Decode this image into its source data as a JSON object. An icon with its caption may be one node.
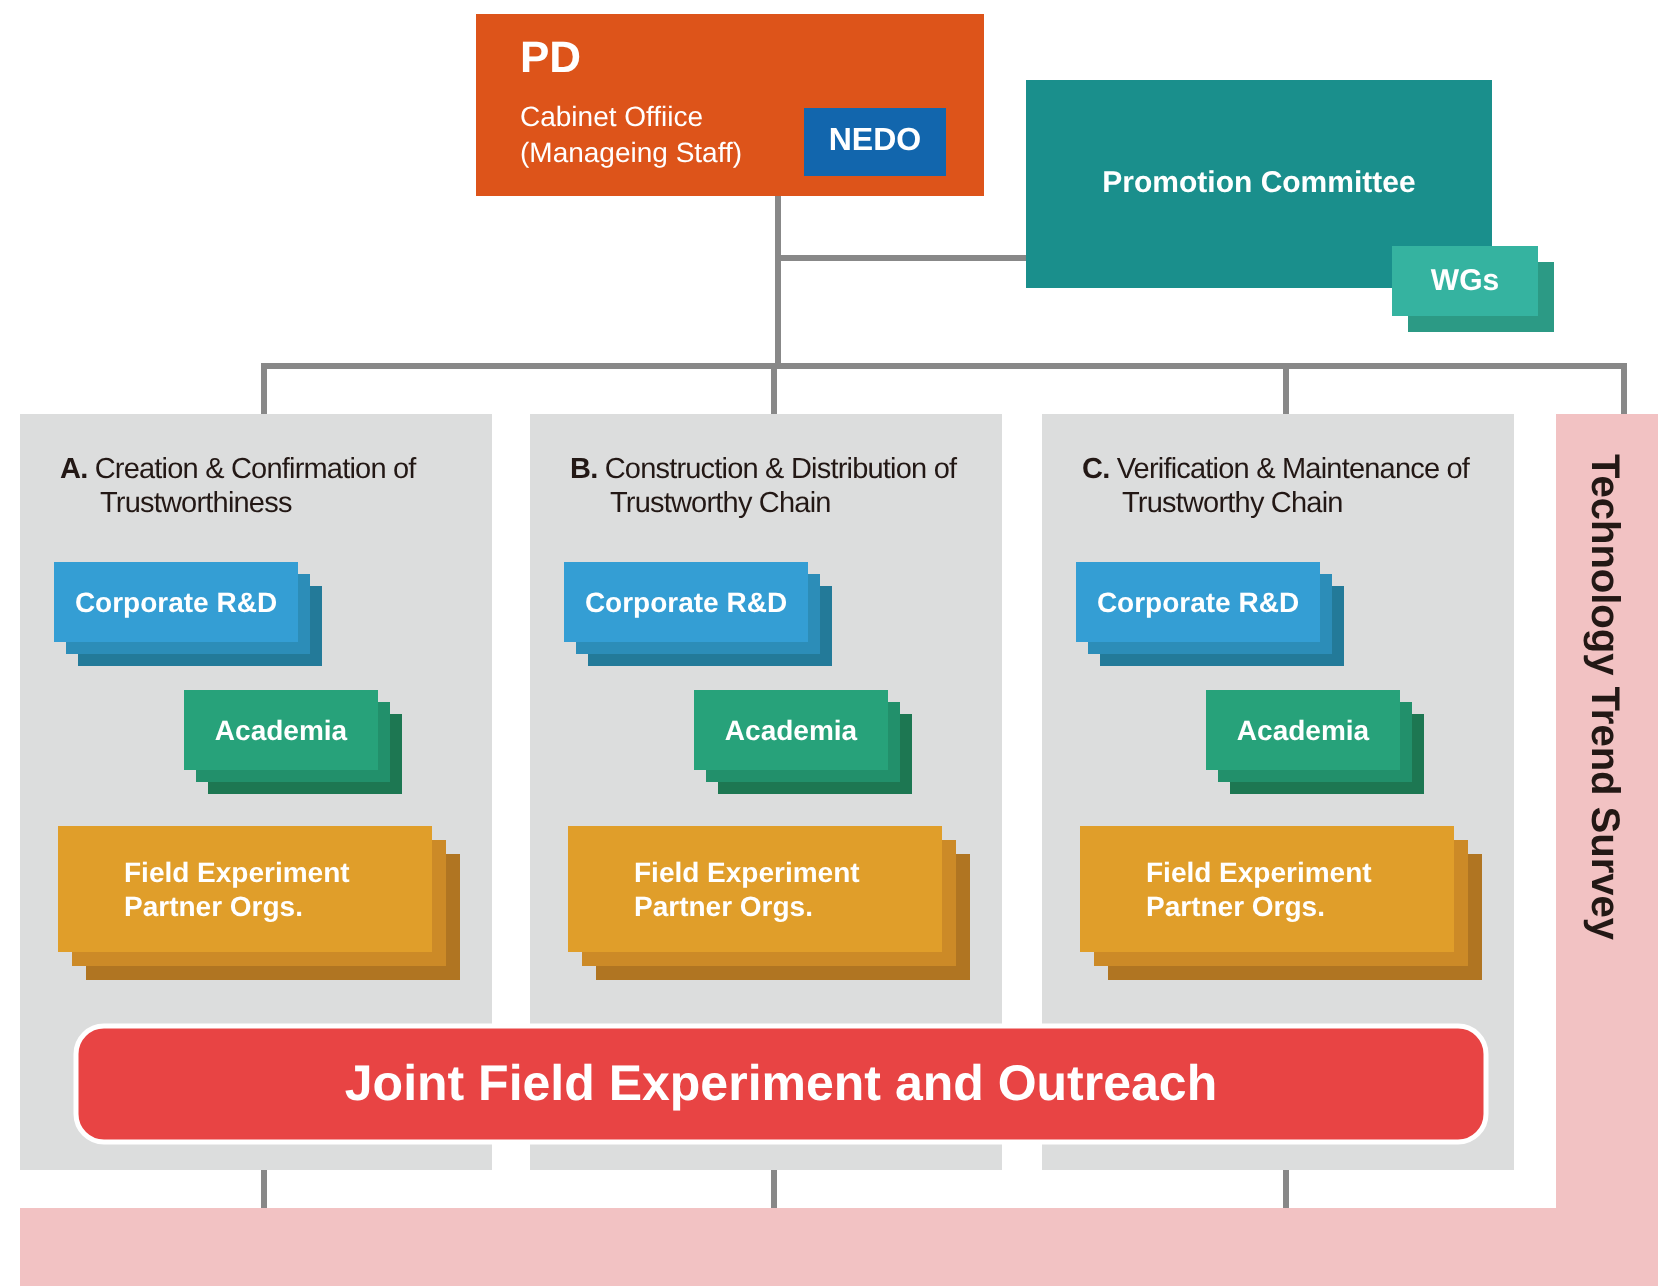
{
  "diagram": {
    "nodes": [
      {
        "text": [
          "PD",
          "Cabinet Offiice (Manageing Staff)"
        ]
      },
      {
        "text": [
          "NEDO"
        ],
        "in": 0
      },
      {
        "text": [
          "Promotion Committee"
        ]
      },
      {
        "text": [
          "WGs"
        ]
      },
      {
        "text": [
          "**A.** Creation & Confirmation of Trustworthiness"
        ]
      },
      {
        "text": [
          "Corporate R&D"
        ],
        "in": 4
      },
      {
        "text": [
          "Academia"
        ],
        "in": 4
      },
      {
        "text": [
          "Field Experiment Partner Orgs."
        ],
        "in": 4
      },
      {
        "text": [
          "**B.** Construction & Distribution of Trustworthy Chain"
        ]
      },
      {
        "text": [
          "Corporate R&D"
        ],
        "in": 8
      },
      {
        "text": [
          "Academia"
        ],
        "in": 8
      },
      {
        "text": [
          "Field Experiment Partner Orgs."
        ],
        "in": 8
      },
      {
        "text": [
          "**C.** Verification & Maintenance of Trustworthy Chain"
        ]
      },
      {
        "text": [
          "Corporate R&D"
        ],
        "in": 12
      },
      {
        "text": [
          "Academia"
        ],
        "in": 12
      },
      {
        "text": [
          "Field Experiment Partner Orgs."
        ],
        "in": 12
      },
      {
        "text": [
          "Technology Trend Survey"
        ]
      },
      {
        "text": [
          "Joint Field Experiment and Outreach"
        ]
      }
    ],
    "edges": [
      {
        "from": 0,
        "to": 2,
        "arrow": "none"
      },
      {
        "from": 0,
        "to": 4,
        "arrow": "none"
      },
      {
        "from": 0,
        "to": 8,
        "arrow": "none"
      },
      {
        "from": 0,
        "to": 12,
        "arrow": "none"
      },
      {
        "from": 0,
        "to": 16,
        "arrow": "none"
      },
      {
        "from": 4,
        "to": 16,
        "arrow": "none"
      },
      {
        "from": 8,
        "to": 16,
        "arrow": "none"
      },
      {
        "from": 12,
        "to": 16,
        "arrow": "none"
      }
    ]
  }
}
